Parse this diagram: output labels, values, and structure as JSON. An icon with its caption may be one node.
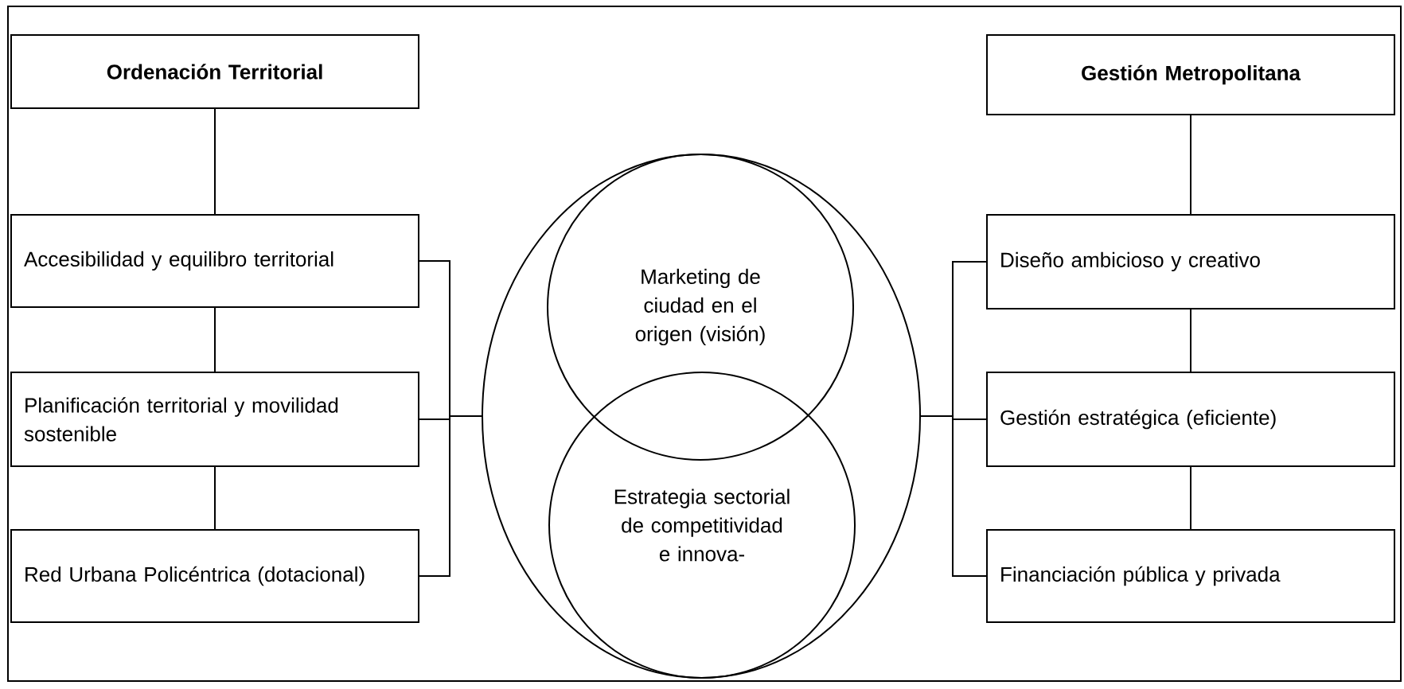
{
  "diagram": {
    "nodes": [
      {
        "text": [],
        "shape": "box"
      },
      {
        "text": [
          "Ordenación Territorial"
        ],
        "in": 0
      },
      {
        "text": [
          "Accesibilidad y equilibro territorial"
        ],
        "in": 0
      },
      {
        "text": [
          "Planificación territorial y movilidad sostenible"
        ],
        "in": 0
      },
      {
        "text": [
          "Red Urbana Policéntrica (dotacional)"
        ],
        "in": 0
      },
      {
        "text": [],
        "shape": "ellipse",
        "in": 0
      },
      {
        "text": [
          "Marketing de ciudad en el origen (visión)"
        ],
        "in": 5
      },
      {
        "text": [
          "Estrategia sectorial de competitividad e innova-"
        ],
        "in": 5
      },
      {
        "text": [
          "Gestión Metropolitana"
        ],
        "in": 0
      },
      {
        "text": [
          "Diseño ambicioso y creativo"
        ],
        "in": 0
      },
      {
        "text": [
          "Gestión estratégica (eficiente)"
        ],
        "in": 0
      },
      {
        "text": [
          "Financiación pública y privada"
        ],
        "in": 0
      }
    ],
    "edges": [
      {
        "from": 1,
        "to": 2,
        "arrow": "none"
      },
      {
        "from": 2,
        "to": 3,
        "arrow": "none"
      },
      {
        "from": 3,
        "to": 4,
        "arrow": "none"
      },
      {
        "from": 2,
        "to": 5,
        "arrow": "none"
      },
      {
        "from": 3,
        "to": 5,
        "arrow": "none"
      },
      {
        "from": 4,
        "to": 5,
        "arrow": "none"
      },
      {
        "from": 8,
        "to": 9,
        "arrow": "none"
      },
      {
        "from": 9,
        "to": 10,
        "arrow": "none"
      },
      {
        "from": 10,
        "to": 11,
        "arrow": "none"
      },
      {
        "from": 5,
        "to": 9,
        "arrow": "none"
      },
      {
        "from": 5,
        "to": 10,
        "arrow": "none"
      },
      {
        "from": 5,
        "to": 11,
        "arrow": "none"
      }
    ]
  }
}
